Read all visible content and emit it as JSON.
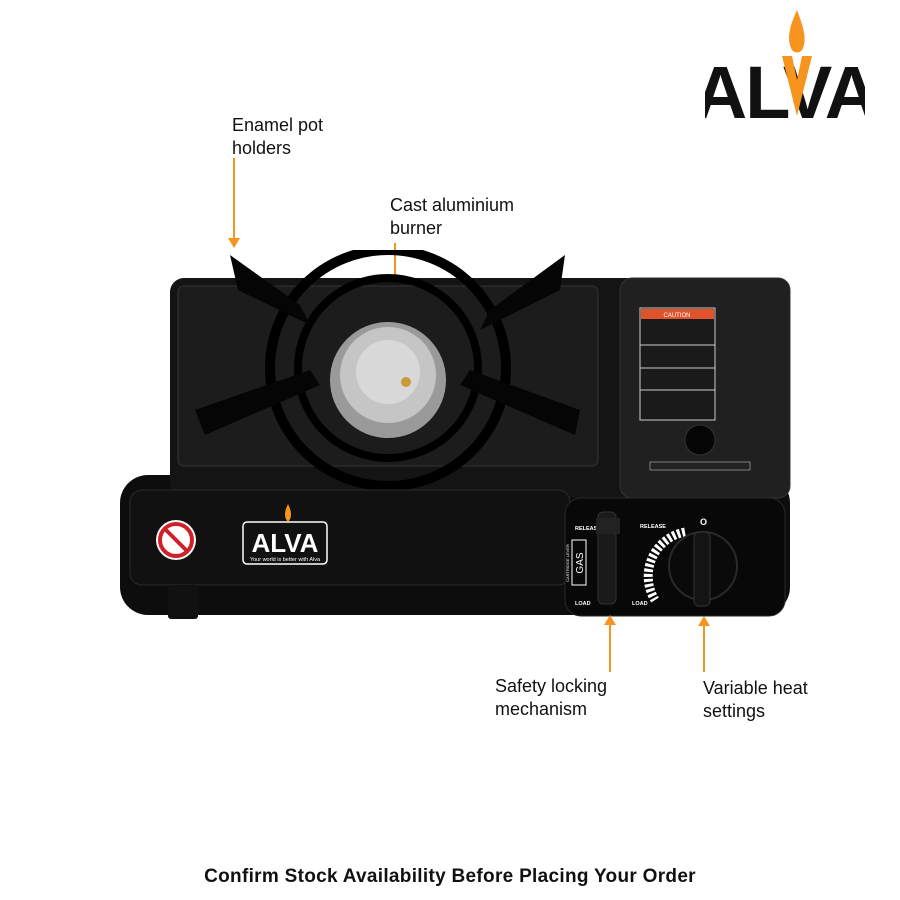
{
  "brand": {
    "logo_text": "ALVA",
    "accent_color": "#f7941d"
  },
  "callouts": {
    "pot_holders": "Enamel pot holders",
    "burner": "Cast aluminium burner",
    "safety_lock": "Safety locking mechanism",
    "heat_settings": "Variable heat settings"
  },
  "stove": {
    "badge_logo": "ALVA",
    "badge_tagline": "Your world is better with Alva",
    "lever_release": "RELEASE",
    "lever_load": "LOAD",
    "lever_gas": "GAS",
    "lever_caption": "CARTRIDGE LEVER",
    "dial_release": "RELEASE",
    "dial_load": "LOAD",
    "dial_off": "O",
    "caution_header": "CAUTION"
  },
  "footer": "Confirm Stock Availability Before Placing Your Order"
}
